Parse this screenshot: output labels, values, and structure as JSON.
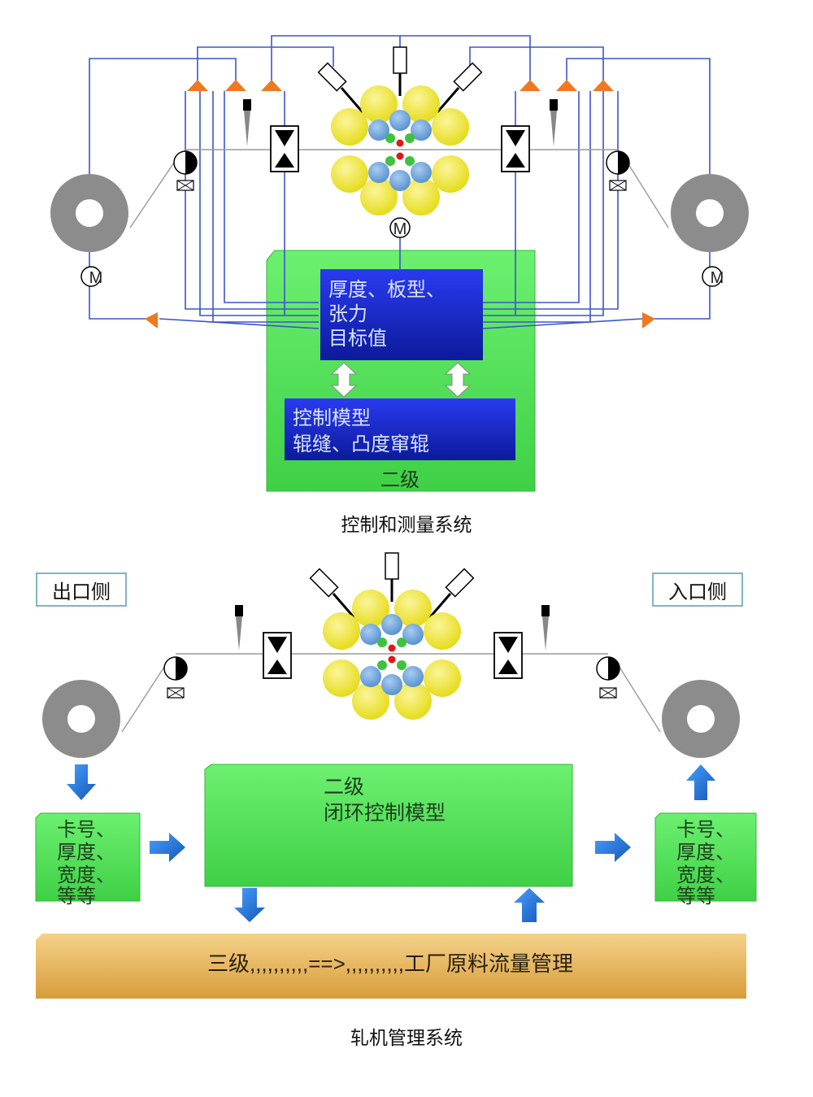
{
  "top": {
    "target_box": {
      "line1": "厚度、板型、",
      "line2": "张力",
      "line3": "目标值"
    },
    "model_box": {
      "line1": "控制模型",
      "line2": "辊缝、凸度窜辊"
    },
    "level2_label": "二级",
    "motor_symbol": "M"
  },
  "captions": {
    "top": "控制和测量系统",
    "bottom": "轧机管理系统"
  },
  "bottom": {
    "exit_label": "出口侧",
    "entry_label": "入口侧",
    "center_box": {
      "line1": "二级",
      "line2": "闭环控制模型"
    },
    "left_box": [
      "卡号、",
      "厚度、",
      "宽度、",
      "等等"
    ],
    "right_box": [
      "卡号、",
      "厚度、",
      "宽度、",
      "等等"
    ],
    "level3_bar": "三级,,,,,,,,,,==>,,,,,,,,,,工厂原料流量管理"
  },
  "colors": {
    "green": "#55e85a",
    "blue_box": "#1b2ee0",
    "signal_line": "#3d55c8",
    "sensor_triangle": "#f07820",
    "roll_yellow": "#f0e830",
    "roll_blue": "#6ea6de",
    "coil_gray": "#8c8c8c",
    "arrow_blue": "#1e73d8",
    "level3_tan": "#e8b862"
  }
}
